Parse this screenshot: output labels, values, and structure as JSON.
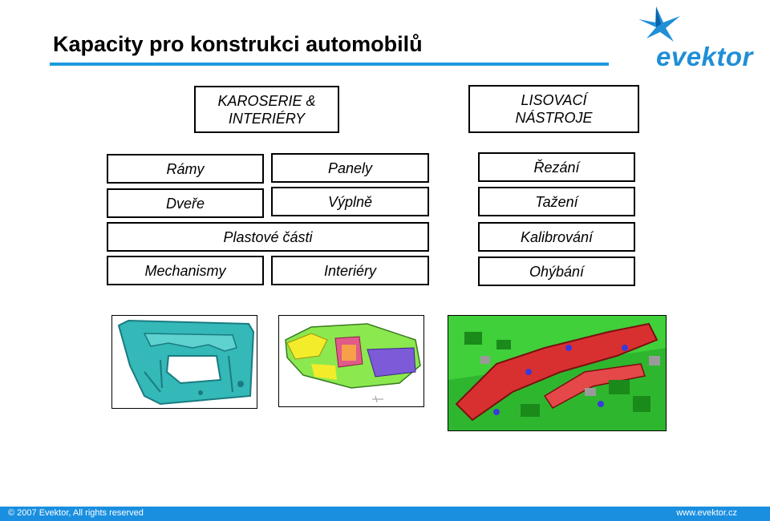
{
  "title": "Kapacity pro konstrukci automobilů",
  "logo": {
    "text": "evektor",
    "icon": "star-icon",
    "color": "#1f8fd6"
  },
  "columns": {
    "body": {
      "header_line1": "KAROSERIE &",
      "header_line2": "INTERIÉRY"
    },
    "tools": {
      "header_line1": "LISOVACÍ",
      "header_line2": "NÁSTROJE"
    }
  },
  "body_items": {
    "ramy": "Rámy",
    "panely": "Panely",
    "dvere": "Dveře",
    "vyplne": "Výplně",
    "plastove": "Plastové části",
    "mechanismy": "Mechanismy",
    "interiery": "Interiéry"
  },
  "tool_items": [
    "Řezání",
    "Tažení",
    "Kalibrování",
    "Ohýbání"
  ],
  "images": [
    "door-panel-image",
    "dashboard-image",
    "stamping-tool-image"
  ],
  "footer": {
    "left": "© 2007 Evektor,    All rights reserved",
    "right": "www.evektor.cz",
    "color": "#1a8fe0"
  }
}
